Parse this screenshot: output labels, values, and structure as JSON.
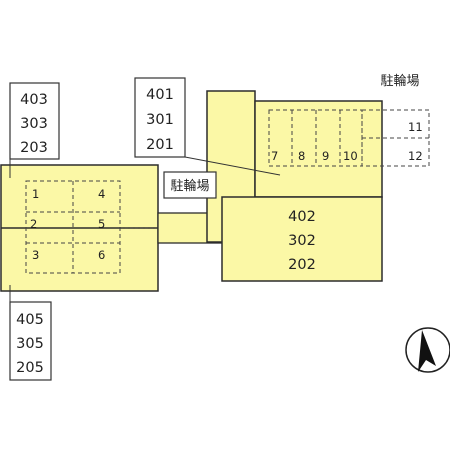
{
  "unit_labels": {
    "top_left": [
      "403",
      "303",
      "203"
    ],
    "top_center": [
      "401",
      "301",
      "201"
    ],
    "right_building": [
      "402",
      "302",
      "202"
    ],
    "bottom_left": [
      "405",
      "305",
      "205"
    ]
  },
  "bicycle_parking": {
    "middle_label": "駐輪場",
    "right_label": "駐輪場"
  },
  "parking_spaces": [
    "1",
    "2",
    "3",
    "4",
    "5",
    "6",
    "7",
    "8",
    "9",
    "10",
    "11",
    "12"
  ],
  "compass": {
    "icon": "north-arrow-icon"
  },
  "colors": {
    "building_fill": "#fbf8a6",
    "outline": "#2c2c2c"
  }
}
